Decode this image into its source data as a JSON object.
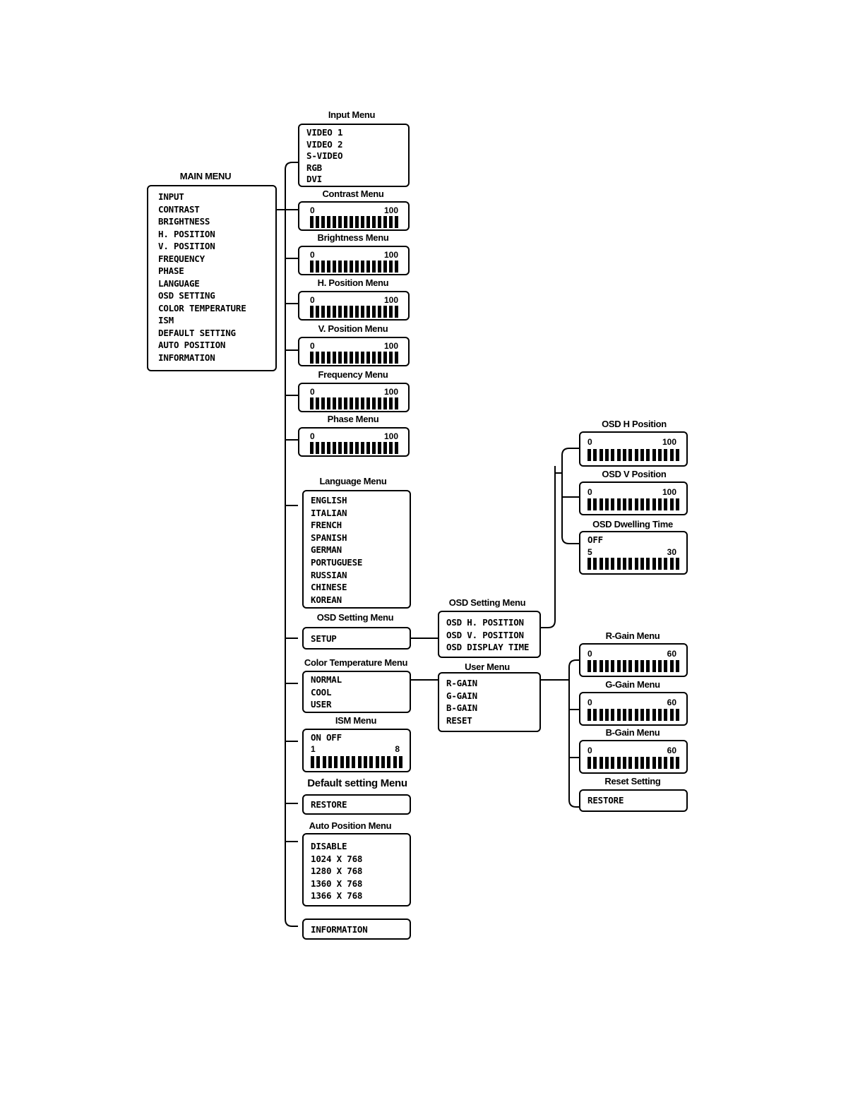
{
  "main_menu": {
    "title": "MAIN MENU",
    "items": [
      "INPUT",
      "CONTRAST",
      "BRIGHTNESS",
      "H. POSITION",
      "V. POSITION",
      "FREQUENCY",
      "PHASE",
      "LANGUAGE",
      "OSD SETTING",
      "COLOR TEMPERATURE",
      "ISM",
      "DEFAULT SETTING",
      "AUTO POSITION",
      "INFORMATION"
    ]
  },
  "input_menu": {
    "title": "Input Menu",
    "items": [
      "VIDEO  1",
      "VIDEO  2",
      "S-VIDEO",
      "RGB",
      "DVI"
    ]
  },
  "contrast_menu": {
    "title": "Contrast Menu",
    "min": "0",
    "max": "100"
  },
  "brightness_menu": {
    "title": "Brightness Menu",
    "min": "0",
    "max": "100"
  },
  "hposition_menu": {
    "title": "H. Position Menu",
    "min": "0",
    "max": "100"
  },
  "vposition_menu": {
    "title": "V. Position Menu",
    "min": "0",
    "max": "100"
  },
  "frequency_menu": {
    "title": "Frequency Menu",
    "min": "0",
    "max": "100"
  },
  "phase_menu": {
    "title": "Phase Menu",
    "min": "0",
    "max": "100"
  },
  "language_menu": {
    "title": "Language Menu",
    "items": [
      "ENGLISH",
      "ITALIAN",
      "FRENCH",
      "SPANISH",
      "GERMAN",
      "PORTUGUESE",
      "RUSSIAN",
      "CHINESE",
      "KOREAN"
    ]
  },
  "osd_setting_menu": {
    "title": "OSD Setting Menu",
    "item": "SETUP"
  },
  "color_temp_menu": {
    "title": "Color Temperature Menu",
    "items": [
      "NORMAL",
      "COOL",
      "USER"
    ]
  },
  "ism_menu": {
    "title": "ISM Menu",
    "option": "ON OFF",
    "min": "1",
    "max": "8"
  },
  "default_menu": {
    "title": "Default setting Menu",
    "item": "RESTORE"
  },
  "auto_position_menu": {
    "title": "Auto Position Menu",
    "items": [
      "DISABLE",
      "1024 X 768",
      "1280 X 768",
      "1360 X 768",
      "1366 X 768"
    ]
  },
  "information": {
    "item": "INFORMATION"
  },
  "osd_sub_menu": {
    "title": "OSD Setting  Menu",
    "items": [
      "OSD H. POSITION",
      "OSD V. POSITION",
      "OSD DISPLAY TIME"
    ]
  },
  "user_menu": {
    "title": "User Menu",
    "items": [
      "R-GAIN",
      "G-GAIN",
      "B-GAIN",
      "RESET"
    ]
  },
  "osd_h_position": {
    "title": "OSD H Position",
    "min": "0",
    "max": "100"
  },
  "osd_v_position": {
    "title": "OSD V Position",
    "min": "0",
    "max": "100"
  },
  "osd_dwelling": {
    "title": "OSD Dwelling Time",
    "option": "OFF",
    "min": "5",
    "max": "30"
  },
  "r_gain_menu": {
    "title": "R-Gain Menu",
    "min": "0",
    "max": "60"
  },
  "g_gain_menu": {
    "title": "G-Gain Menu",
    "min": "0",
    "max": "60"
  },
  "b_gain_menu": {
    "title": "B-Gain Menu",
    "min": "0",
    "max": "60"
  },
  "reset_setting": {
    "title": "Reset Setting",
    "item": "RESTORE"
  }
}
